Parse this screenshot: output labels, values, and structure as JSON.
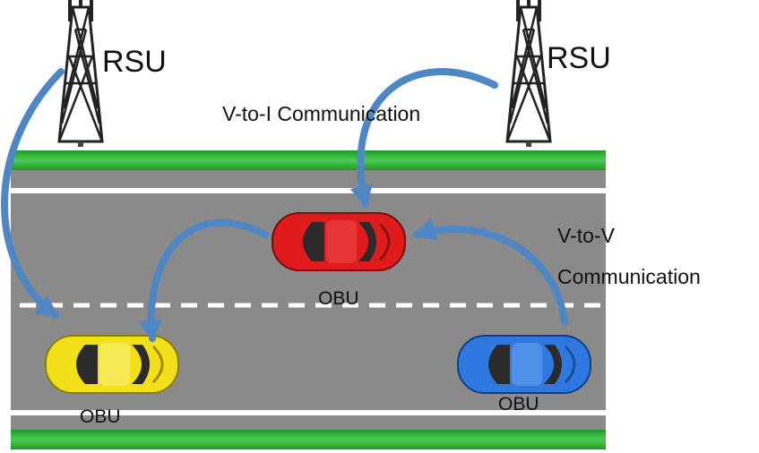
{
  "labels": {
    "rsu_left": "RSU",
    "rsu_right": "RSU",
    "v2i": "V-to-I Communication",
    "v2v_line1": "V-to-V",
    "v2v_line2": "Communication",
    "obu_red": "OBU",
    "obu_yellow": "OBU",
    "obu_blue": "OBU"
  },
  "colors": {
    "grass": "#3dbb45",
    "road": "#8a8a8a",
    "lane_line": "#ffffff",
    "arrow": "#4f86c6",
    "tower": "#222222",
    "car_red": "#e01b1b",
    "car_yellow": "#f3e01a",
    "car_blue": "#2f78e0"
  },
  "icons": [
    "rsu-tower-icon",
    "red-car-icon",
    "yellow-car-icon",
    "blue-car-icon"
  ]
}
